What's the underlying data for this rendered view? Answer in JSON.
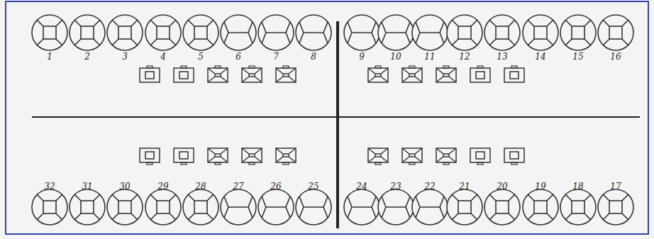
{
  "diagram": {
    "labels": [
      "1",
      "2",
      "3",
      "4",
      "5",
      "6",
      "7",
      "8",
      "9",
      "10",
      "11",
      "12",
      "13",
      "14",
      "15",
      "16",
      "32",
      "31",
      "30",
      "29",
      "28",
      "27",
      "26",
      "25",
      "24",
      "23",
      "22",
      "21",
      "20",
      "19",
      "18",
      "17"
    ]
  }
}
